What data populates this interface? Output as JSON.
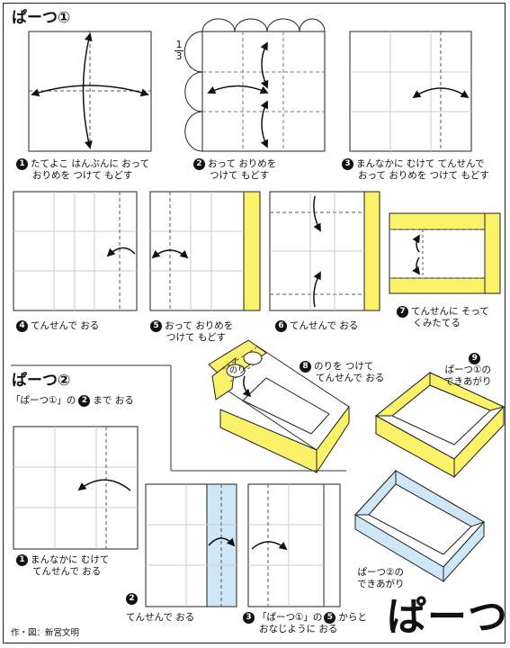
{
  "title": "ぱーつ①",
  "section2_title": "ぱーつ②",
  "section2_intro_a": "「ぱーつ①」の",
  "section2_intro_num": "2",
  "section2_intro_b": "まで おる",
  "fraction": {
    "top": "1",
    "bottom": "3"
  },
  "steps_part1": [
    {
      "num": "1",
      "line1": "たてよこ はんぶんに おって",
      "line2": "おりめを つけて もどす"
    },
    {
      "num": "2",
      "line1": "おって おりめを",
      "line2": "つけて もどす"
    },
    {
      "num": "3",
      "line1": "まんなかに むけて てんせんで",
      "line2": "おって おりめを つけて もどす"
    },
    {
      "num": "4",
      "line1": "てんせんで おる",
      "line2": ""
    },
    {
      "num": "5",
      "line1": "おって おりめを",
      "line2": "つけて もどす"
    },
    {
      "num": "6",
      "line1": "てんせんで おる",
      "line2": ""
    },
    {
      "num": "7",
      "line1": "てんせんに そって",
      "line2": "くみたてる"
    },
    {
      "num": "8",
      "line1": "のりを つけて",
      "line2": "てんせんで おる"
    },
    {
      "num": "9",
      "line1": "ぱーつ①の",
      "line2": "できあがり"
    }
  ],
  "glue_label": "のり",
  "steps_part2": [
    {
      "num": "1",
      "line1": "まんなかに むけて",
      "line2": "てんせんで おる"
    },
    {
      "num": "2",
      "line1": "てんせんで おる",
      "line2": ""
    },
    {
      "num": "3",
      "line1a": "「ぱーつ①」の",
      "num_inline": "5",
      "line1b": "からと",
      "line2": "おなじように おる"
    }
  ],
  "part2_done_line1": "ぱーつ②の",
  "part2_done_line2": "できあがり",
  "big_title": "ぱーつ",
  "credit": "作・図：新宮文明",
  "colors": {
    "yellow": "#fbf26a",
    "blue": "#cfe6f7",
    "line": "#222222",
    "grid": "#cfcfcf"
  }
}
